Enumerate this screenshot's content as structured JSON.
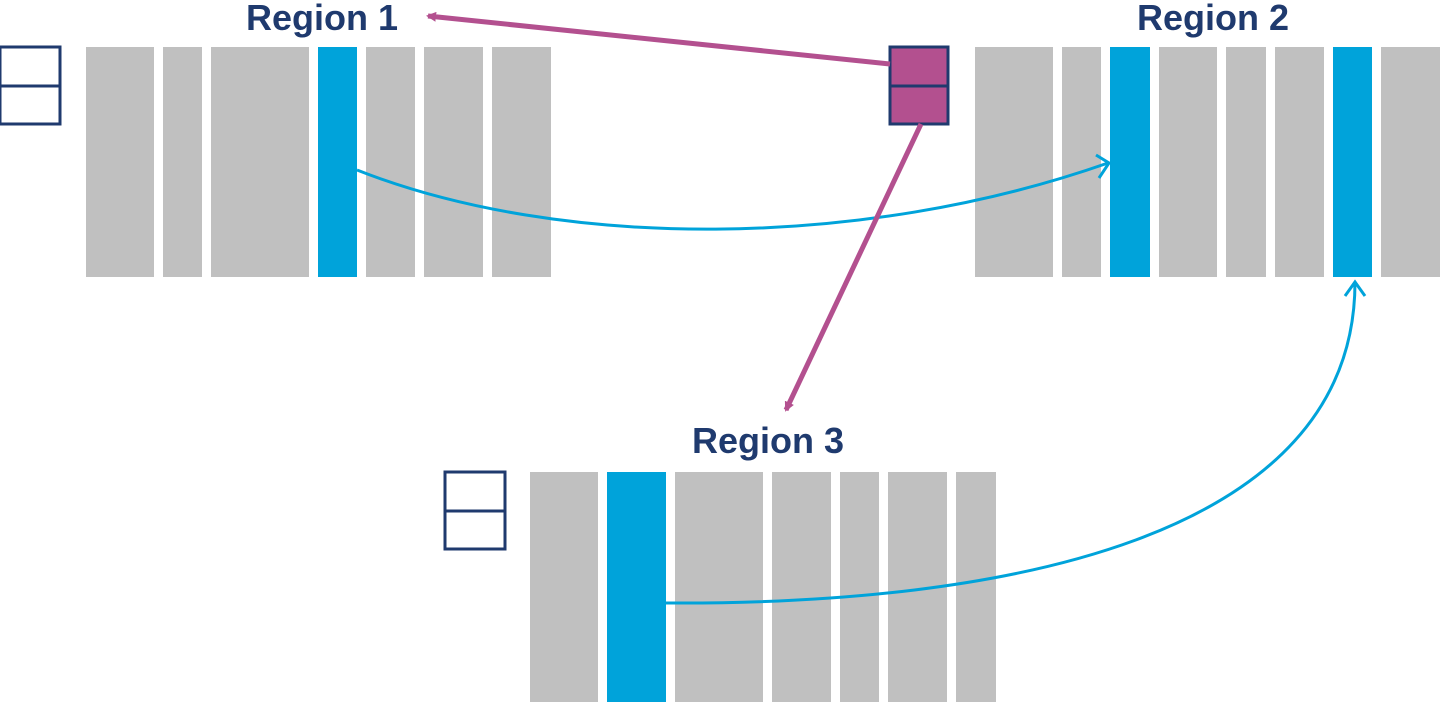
{
  "regions": [
    {
      "label": "Region 1"
    },
    {
      "label": "Region 2"
    },
    {
      "label": "Region 3"
    }
  ],
  "colors": {
    "label": "#1f3a6e",
    "bar_default": "#c0c0c0",
    "bar_highlight": "#00a3da",
    "pointer": "#b3508f",
    "table_outline": "#1f3a6e"
  },
  "icons": {
    "left_table": "table-icon",
    "central_table": "table-icon-highlighted",
    "region3_table": "table-icon"
  }
}
